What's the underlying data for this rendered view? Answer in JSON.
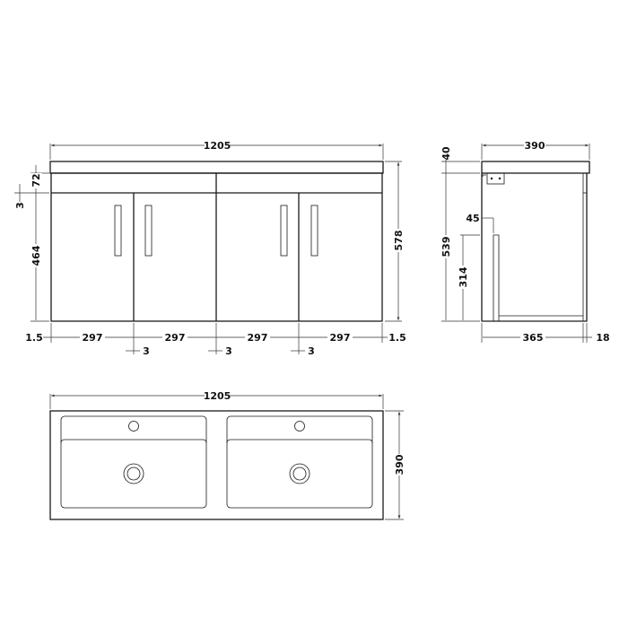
{
  "front_view": {
    "width": "1205",
    "height_total": "578",
    "plinth_height": "72",
    "gap_top": "3",
    "door_height": "464",
    "edge_left": "1.5",
    "edge_right": "1.5",
    "door_widths": [
      "297",
      "297",
      "297",
      "297"
    ],
    "door_gaps": [
      "3",
      "3",
      "3"
    ]
  },
  "side_view": {
    "depth": "390",
    "top_thickness": "40",
    "body_height": "539",
    "inner_offset": "45",
    "inner_height": "314",
    "inner_depth": "365",
    "side_thickness": "18"
  },
  "top_view": {
    "width": "1205",
    "depth": "390"
  },
  "colors": {
    "line": "#1a1a1a",
    "background": "#ffffff"
  }
}
